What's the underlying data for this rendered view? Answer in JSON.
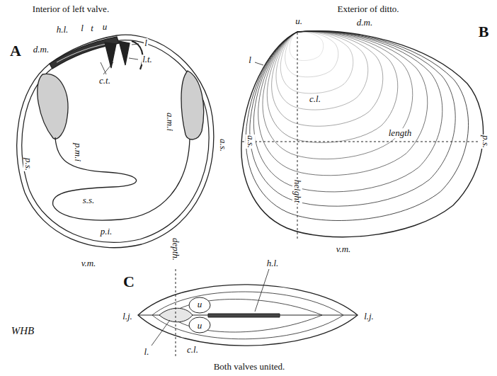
{
  "diagram": {
    "labels": [
      "Interior of left valve.",
      "Exterior of ditto.",
      "A",
      "B",
      "C",
      "h.l.",
      "l",
      "t",
      "u",
      "d.m.",
      "l",
      "l.t.",
      "c.t.",
      "p.m.i",
      "a.m.i",
      "p.s.",
      "s.s.",
      "p.i.",
      "v.m.",
      "a.s.",
      "u.",
      "d.m.",
      "l",
      "c.l.",
      "a.s.",
      "p.s.",
      "height",
      "length",
      "v.m.",
      "depth.",
      "h.l.",
      "l.j.",
      "l.j.",
      "u",
      "u",
      "c.l.",
      "l.",
      "WHB",
      "Both valves united."
    ]
  }
}
